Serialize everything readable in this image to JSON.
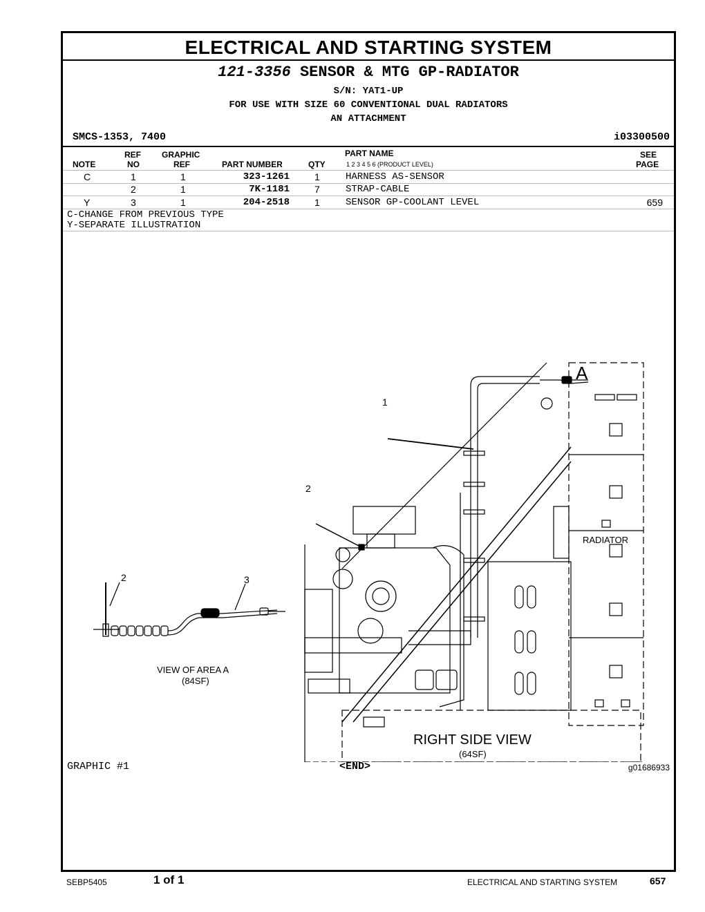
{
  "section_title": "ELECTRICAL AND STARTING SYSTEM",
  "group": {
    "number": "121-3356",
    "name": "SENSOR & MTG GP-RADIATOR"
  },
  "serial": "S/N: YAT1-UP",
  "usage": "FOR USE WITH SIZE 60 CONVENTIONAL DUAL RADIATORS",
  "attachment": "AN ATTACHMENT",
  "smcs": "SMCS-1353, 7400",
  "ident_code": "i03300500",
  "headers": {
    "note": "NOTE",
    "ref_top": "REF",
    "ref_bottom": "NO",
    "graphic_top": "GRAPHIC",
    "graphic_bottom": "REF",
    "part_number": "PART NUMBER",
    "qty": "QTY",
    "part_name": "PART NAME",
    "product_levels": "1   2   3   4   5   6  (PRODUCT LEVEL)",
    "see_top": "SEE",
    "see_bottom": "PAGE"
  },
  "parts": [
    {
      "note": "C",
      "ref": "1",
      "graphic": "1",
      "part_number": "323-1261",
      "qty": "1",
      "name": "HARNESS AS-SENSOR",
      "see": ""
    },
    {
      "note": "",
      "ref": "2",
      "graphic": "1",
      "part_number": "7K-1181",
      "qty": "7",
      "name": "STRAP-CABLE",
      "see": ""
    },
    {
      "note": "Y",
      "ref": "3",
      "graphic": "1",
      "part_number": "204-2518",
      "qty": "1",
      "name": "SENSOR GP-COOLANT LEVEL",
      "see": "659"
    }
  ],
  "notes": [
    "C-CHANGE FROM PREVIOUS TYPE",
    "Y-SEPARATE ILLUSTRATION"
  ],
  "figure": {
    "callout_1": "1",
    "callout_2": "2",
    "callout_2b": "2",
    "callout_3": "3",
    "area_letter": "A",
    "radiator": "RADIATOR",
    "view_a": "VIEW OF AREA A",
    "view_a_scale": "(84SF)",
    "right_view": "RIGHT SIDE VIEW",
    "right_view_scale": "(64SF)"
  },
  "graphic_label": "GRAPHIC #1",
  "end_marker": "<END>",
  "graphic_id": "g01686933",
  "footer": {
    "doc": "SEBP5405",
    "page_of": "1 of 1",
    "section": "ELECTRICAL AND STARTING SYSTEM",
    "page": "657"
  }
}
